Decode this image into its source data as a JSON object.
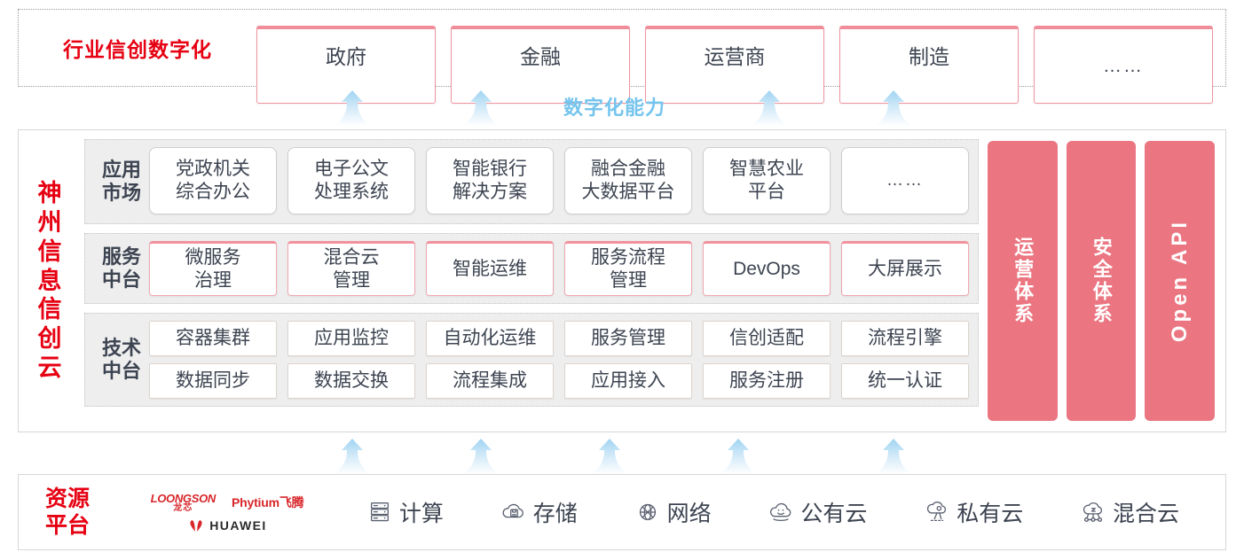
{
  "colors": {
    "brand_red": "#e60012",
    "pink_pillar": "#eb7681",
    "arrow_blue": "#bfe3f7",
    "capability_text": "#74c4ee",
    "band_gray": "#eeeeee"
  },
  "top": {
    "title": "行业信创数字化",
    "industries": [
      {
        "label": "政府"
      },
      {
        "label": "金融"
      },
      {
        "label": "运营商"
      },
      {
        "label": "制造"
      },
      {
        "label": "……"
      }
    ]
  },
  "capability": {
    "label": "数字化能力",
    "arrow_count": 4
  },
  "middle": {
    "title": "神州信息信创云",
    "bands": [
      {
        "name": "app-market",
        "label": "应用市场",
        "cells": [
          "党政机关\n综合办公",
          "电子公文\n处理系统",
          "智能银行\n解决方案",
          "融合金融\n大数据平台",
          "智慧农业\n平台",
          "……"
        ]
      },
      {
        "name": "service-platform",
        "label": "服务中台",
        "cells": [
          "微服务\n治理",
          "混合云\n管理",
          "智能运维",
          "服务流程\n管理",
          "DevOps",
          "大屏展示"
        ]
      },
      {
        "name": "tech-platform",
        "label": "技术中台",
        "rows": [
          [
            "容器集群",
            "应用监控",
            "自动化运维",
            "服务管理",
            "信创适配",
            "流程引擎"
          ],
          [
            "数据同步",
            "数据交换",
            "流程集成",
            "应用接入",
            "服务注册",
            "统一认证"
          ]
        ]
      }
    ],
    "pillars": [
      {
        "label": "运营体系",
        "orientation": "vertical-cjk"
      },
      {
        "label": "安全体系",
        "orientation": "vertical-cjk"
      },
      {
        "label": "Open API",
        "orientation": "vertical-latin"
      }
    ]
  },
  "lower_arrows": {
    "arrow_count": 5
  },
  "bottom": {
    "title": "资源平台",
    "vendors": [
      {
        "name": "loongson",
        "en": "LOONGSON",
        "cn": "龙芯"
      },
      {
        "name": "phytium",
        "en": "Phytium飞腾"
      },
      {
        "name": "huawei",
        "en": "HUAWEI"
      }
    ],
    "resources": [
      {
        "label": "计算",
        "icon": "server-icon"
      },
      {
        "label": "存储",
        "icon": "cloud-storage-icon"
      },
      {
        "label": "网络",
        "icon": "network-icon"
      },
      {
        "label": "公有云",
        "icon": "public-cloud-icon"
      },
      {
        "label": "私有云",
        "icon": "private-cloud-icon"
      },
      {
        "label": "混合云",
        "icon": "hybrid-cloud-icon"
      }
    ]
  }
}
